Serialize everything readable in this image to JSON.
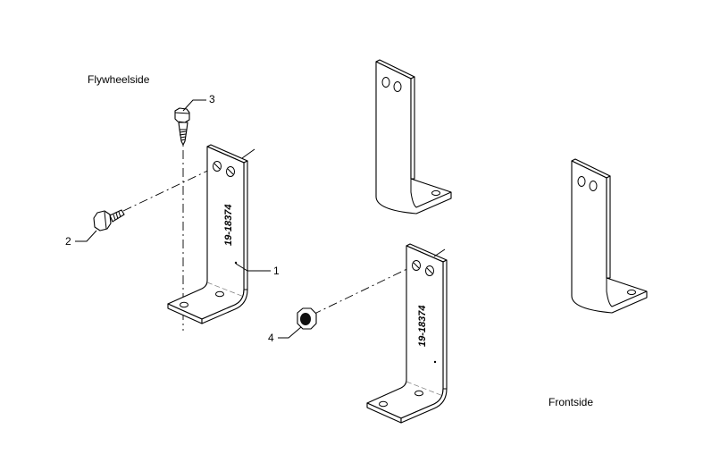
{
  "labels": {
    "flywheel_side": "Flywheelside",
    "front_side": "Frontside"
  },
  "callouts": [
    "1",
    "2",
    "3",
    "4"
  ],
  "part_number": "19-18374"
}
